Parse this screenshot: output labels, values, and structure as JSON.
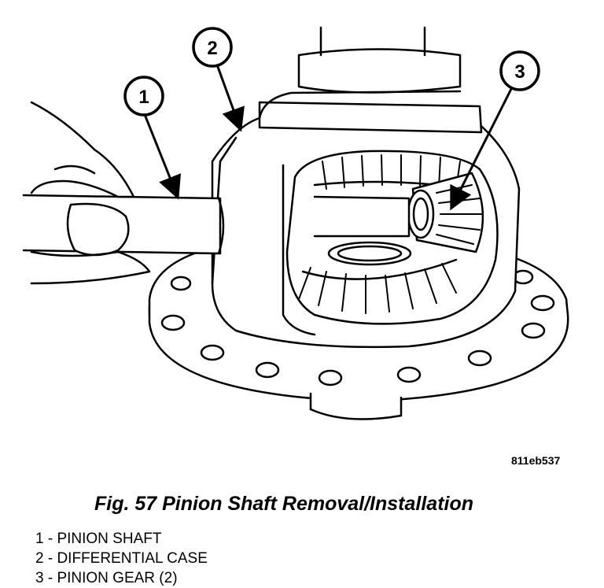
{
  "figure": {
    "code": "811eb537",
    "caption": "Fig. 57 Pinion Shaft Removal/Installation"
  },
  "callouts": [
    {
      "number": "1"
    },
    {
      "number": "2"
    },
    {
      "number": "3"
    }
  ],
  "legend": [
    {
      "text": "1 - PINION SHAFT"
    },
    {
      "text": "2 - DIFFERENTIAL CASE"
    },
    {
      "text": "3 - PINION GEAR (2)"
    }
  ]
}
